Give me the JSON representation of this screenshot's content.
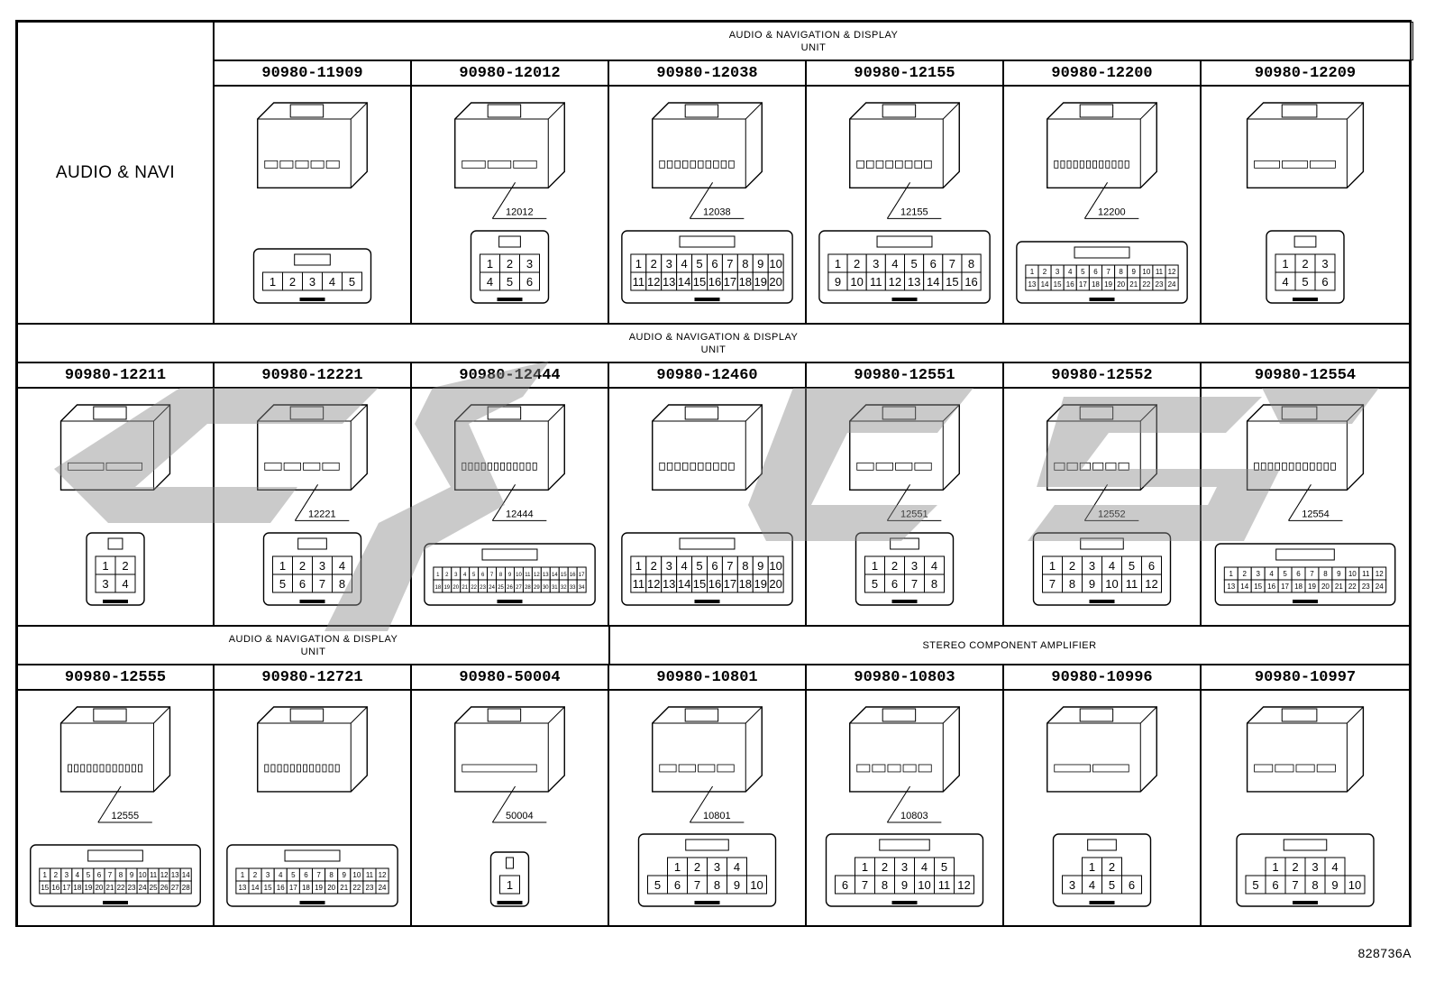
{
  "left_label": "AUDIO & NAVI",
  "footer_code": "828736A",
  "rows": [
    {
      "headers": [
        {
          "line1": "AUDIO & NAVIGATION & DISPLAY",
          "line2": "UNIT"
        }
      ],
      "parts": [
        {
          "pn": "90980-11909",
          "tag": "",
          "rows": [
            [
              1,
              2,
              3,
              4,
              5
            ]
          ]
        },
        {
          "pn": "90980-12012",
          "tag": "12012",
          "rows": [
            [
              1,
              2,
              3
            ],
            [
              4,
              5,
              6
            ]
          ]
        },
        {
          "pn": "90980-12038",
          "tag": "12038",
          "rows": [
            [
              1,
              2,
              3,
              4,
              5,
              6,
              7,
              8,
              9,
              10
            ],
            [
              11,
              12,
              13,
              14,
              15,
              16,
              17,
              18,
              19,
              20
            ]
          ]
        },
        {
          "pn": "90980-12155",
          "tag": "12155",
          "rows": [
            [
              1,
              2,
              3,
              4,
              5,
              6,
              7,
              8
            ],
            [
              9,
              10,
              11,
              12,
              13,
              14,
              15,
              16
            ]
          ]
        },
        {
          "pn": "90980-12200",
          "tag": "12200",
          "rows": [
            [
              1,
              2,
              3,
              4,
              5,
              6,
              7,
              8,
              9,
              10,
              11,
              12
            ],
            [
              13,
              14,
              15,
              16,
              17,
              18,
              19,
              20,
              21,
              22,
              23,
              24
            ]
          ]
        },
        {
          "pn": "90980-12209",
          "tag": "",
          "rows": [
            [
              1,
              2,
              3
            ],
            [
              4,
              5,
              6
            ]
          ]
        }
      ]
    },
    {
      "headers": [
        {
          "line1": "AUDIO & NAVIGATION & DISPLAY",
          "line2": "UNIT"
        }
      ],
      "parts": [
        {
          "pn": "90980-12211",
          "tag": "",
          "rows": [
            [
              1,
              2
            ],
            [
              3,
              4
            ]
          ]
        },
        {
          "pn": "90980-12221",
          "tag": "12221",
          "rows": [
            [
              1,
              2,
              3,
              4
            ],
            [
              5,
              6,
              7,
              8
            ]
          ]
        },
        {
          "pn": "90980-12444",
          "tag": "12444",
          "rows": [
            [
              1,
              2,
              3,
              4,
              5,
              6,
              7,
              8,
              9,
              10,
              11,
              12,
              13,
              14,
              15,
              16,
              17
            ],
            [
              18,
              19,
              20,
              21,
              22,
              23,
              24,
              25,
              26,
              27,
              28,
              29,
              30,
              31,
              32,
              33,
              34
            ]
          ]
        },
        {
          "pn": "90980-12460",
          "tag": "",
          "rows": [
            [
              1,
              2,
              3,
              4,
              5,
              6,
              7,
              8,
              9,
              10
            ],
            [
              11,
              12,
              13,
              14,
              15,
              16,
              17,
              18,
              19,
              20
            ]
          ]
        },
        {
          "pn": "90980-12551",
          "tag": "12551",
          "rows": [
            [
              1,
              2,
              3,
              4
            ],
            [
              5,
              6,
              7,
              8
            ]
          ]
        },
        {
          "pn": "90980-12552",
          "tag": "12552",
          "rows": [
            [
              1,
              2,
              3,
              4,
              5,
              6
            ],
            [
              7,
              8,
              9,
              10,
              11,
              12
            ]
          ]
        },
        {
          "pn": "90980-12554",
          "tag": "12554",
          "rows": [
            [
              1,
              2,
              3,
              4,
              5,
              6,
              7,
              8,
              9,
              10,
              11,
              12
            ],
            [
              13,
              14,
              15,
              16,
              17,
              18,
              19,
              20,
              21,
              22,
              23,
              24
            ]
          ]
        }
      ]
    },
    {
      "headers": [
        {
          "line1": "AUDIO & NAVIGATION & DISPLAY",
          "line2": "UNIT"
        },
        {
          "line1": "STEREO COMPONENT AMPLIFIER",
          "line2": ""
        }
      ],
      "parts": [
        {
          "pn": "90980-12555",
          "tag": "12555",
          "rows": [
            [
              1,
              2,
              3,
              4,
              5,
              6,
              7,
              8,
              9,
              10,
              11,
              12,
              13,
              14
            ],
            [
              15,
              16,
              17,
              18,
              19,
              20,
              21,
              22,
              23,
              24,
              25,
              26,
              27,
              28
            ]
          ]
        },
        {
          "pn": "90980-12721",
          "tag": "",
          "rows": [
            [
              1,
              2,
              3,
              4,
              5,
              6,
              7,
              8,
              9,
              10,
              11,
              12
            ],
            [
              13,
              14,
              15,
              16,
              17,
              18,
              19,
              20,
              21,
              22,
              23,
              24
            ]
          ]
        },
        {
          "pn": "90980-50004",
          "tag": "50004",
          "rows": [
            [
              1
            ]
          ]
        },
        {
          "pn": "90980-10801",
          "tag": "10801",
          "rows": [
            [
              1,
              2,
              3,
              4
            ],
            [
              5,
              6,
              7,
              8,
              9,
              10
            ]
          ]
        },
        {
          "pn": "90980-10803",
          "tag": "10803",
          "rows": [
            [
              1,
              2,
              3,
              4,
              5
            ],
            [
              6,
              7,
              8,
              9,
              10,
              11,
              12
            ]
          ]
        },
        {
          "pn": "90980-10996",
          "tag": "",
          "rows": [
            [
              1,
              2
            ],
            [
              3,
              4,
              5,
              6
            ]
          ]
        },
        {
          "pn": "90980-10997",
          "tag": "",
          "rows": [
            [
              1,
              2,
              3,
              4
            ],
            [
              5,
              6,
              7,
              8,
              9,
              10
            ]
          ]
        }
      ]
    }
  ]
}
